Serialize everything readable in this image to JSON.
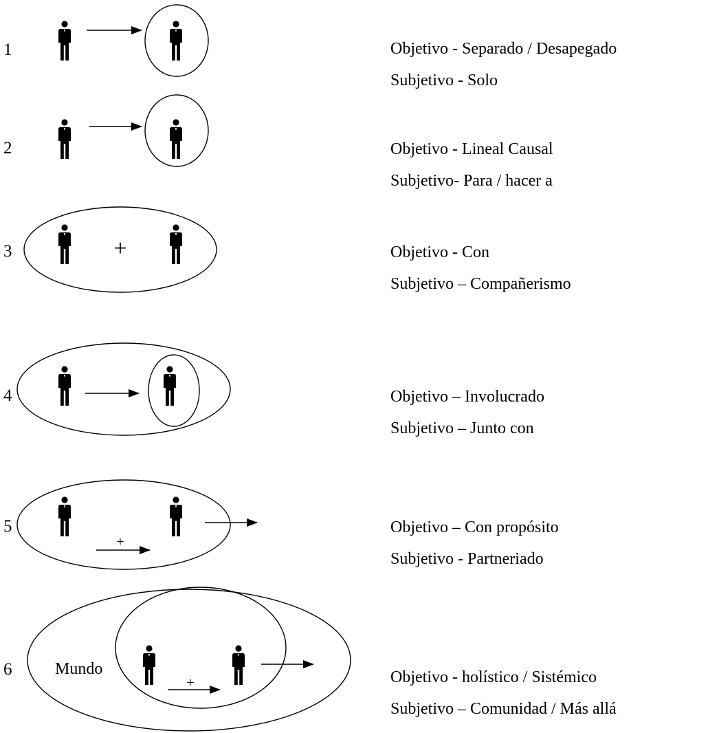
{
  "rows": [
    {
      "number": "1",
      "objective": "Objetivo - Separado / Desapegado",
      "subjective": "Subjetivo - Solo"
    },
    {
      "number": "2",
      "objective": "Objetivo - Lineal Causal",
      "subjective": "Subjetivo- Para / hacer a"
    },
    {
      "number": "3",
      "objective": "Objetivo - Con",
      "subjective": "Subjetivo – Compañerismo",
      "plus": "+"
    },
    {
      "number": "4",
      "objective": "Objetivo – Involucrado",
      "subjective": "Subjetivo – Junto con"
    },
    {
      "number": "5",
      "objective": "Objetivo – Con propósito",
      "subjective": "Subjetivo - Partneriado",
      "plus": "+"
    },
    {
      "number": "6",
      "objective": "Objetivo - holístico / Sistémico",
      "subjective": "Subjetivo – Comunidad / Más allá",
      "world_label": "Mundo",
      "plus": "+"
    }
  ],
  "colors": {
    "ink": "#000000",
    "background": "#ffffff"
  },
  "icons": [
    "person-icon",
    "arrow-right-icon",
    "ellipse-boundary"
  ]
}
